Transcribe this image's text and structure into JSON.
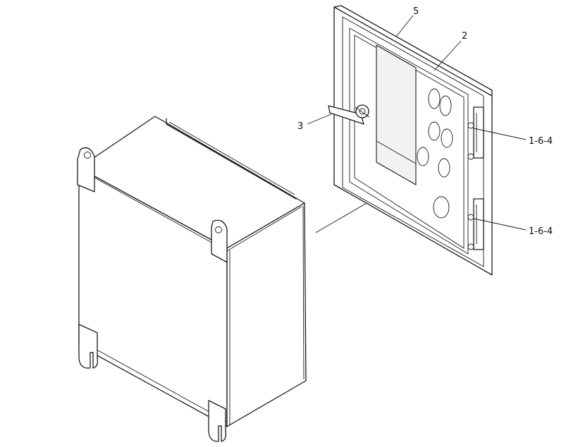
{
  "callouts": {
    "c5": "5",
    "c2": "2",
    "c3": "3",
    "c164a": "1-6-4",
    "c164b": "1-6-4"
  },
  "colors": {
    "line": "#1a1a1a",
    "background": "#ffffff"
  }
}
